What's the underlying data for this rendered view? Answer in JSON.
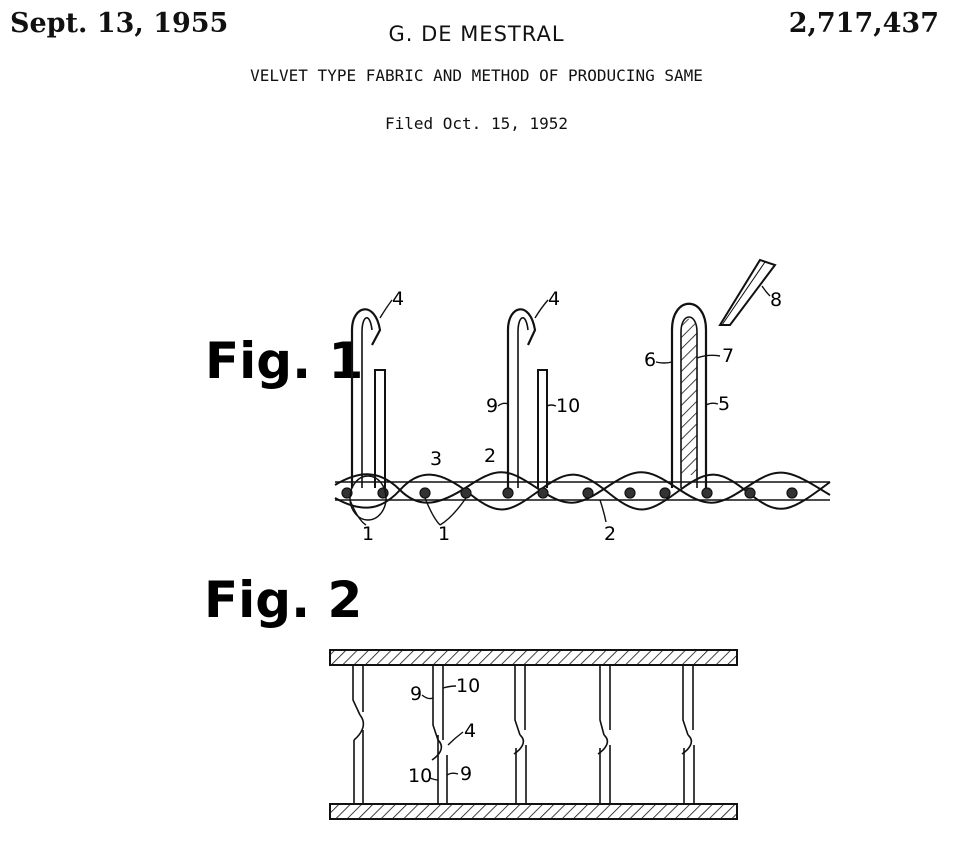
{
  "header": {
    "date": "Sept. 13, 1955",
    "inventor": "G. DE MESTRAL",
    "patent_number": "2,717,437",
    "title": "VELVET TYPE FABRIC AND METHOD OF PRODUCING SAME",
    "filed": "Filed Oct. 15, 1952"
  },
  "figures": {
    "fig1_label": "Fig. 1",
    "fig2_label": "Fig. 2"
  },
  "fig1_refs": {
    "r4a": "4",
    "r4b": "4",
    "r8": "8",
    "r6": "6",
    "r7": "7",
    "r9": "9",
    "r10": "10",
    "r5": "5",
    "r3": "3",
    "r2a": "2",
    "r1a": "1",
    "r1b": "1",
    "r2b": "2"
  },
  "fig2_refs": {
    "r9a": "9",
    "r10a": "10",
    "r4": "4",
    "r10b": "10",
    "r9b": "9"
  }
}
